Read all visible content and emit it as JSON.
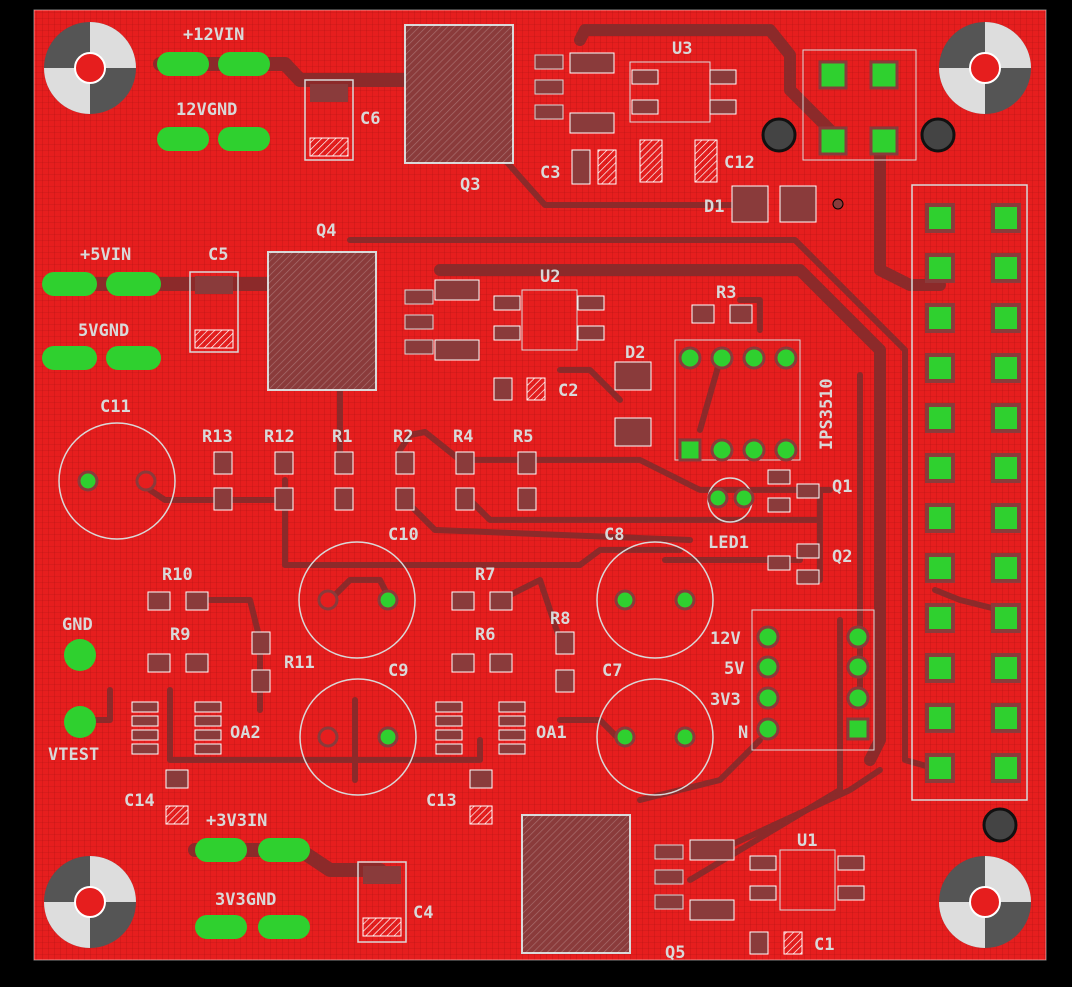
{
  "colors": {
    "background": "#000000",
    "copper": "#e61e1e",
    "trace": "#8c2a2a",
    "pad_green": "#2fd02f",
    "silkscreen": "#d9d9d9",
    "mount_hole_dark": "#1a1a1a"
  },
  "labels": {
    "12vin": "+12VIN",
    "12vgnd": "12VGND",
    "5vin": "+5VIN",
    "5vgnd": "5VGND",
    "3v3in": "+3V3IN",
    "3v3gnd": "3V3GND",
    "gnd": "GND",
    "vtest": "VTEST",
    "c6": "C6",
    "c5": "C5",
    "c4": "C4",
    "c3": "C3",
    "c12": "C12",
    "c2": "C2",
    "c1": "C1",
    "c11": "C11",
    "c10": "C10",
    "c8": "C8",
    "c9": "C9",
    "c7": "C7",
    "c14": "C14",
    "c13": "C13",
    "q3": "Q3",
    "q4": "Q4",
    "q5": "Q5",
    "q1": "Q1",
    "q2": "Q2",
    "u1": "U1",
    "u2": "U2",
    "u3": "U3",
    "d1": "D1",
    "d2": "D2",
    "r1": "R1",
    "r2": "R2",
    "r3": "R3",
    "r4": "R4",
    "r5": "R5",
    "r6": "R6",
    "r7": "R7",
    "r8": "R8",
    "r9": "R9",
    "r10": "R10",
    "r11": "R11",
    "r12": "R12",
    "r13": "R13",
    "oa1": "OA1",
    "oa2": "OA2",
    "led1": "LED1",
    "ips": "IPS3510",
    "sel_12v": "12V",
    "sel_5v": "5V",
    "sel_3v3": "3V3",
    "sel_n": "N"
  }
}
